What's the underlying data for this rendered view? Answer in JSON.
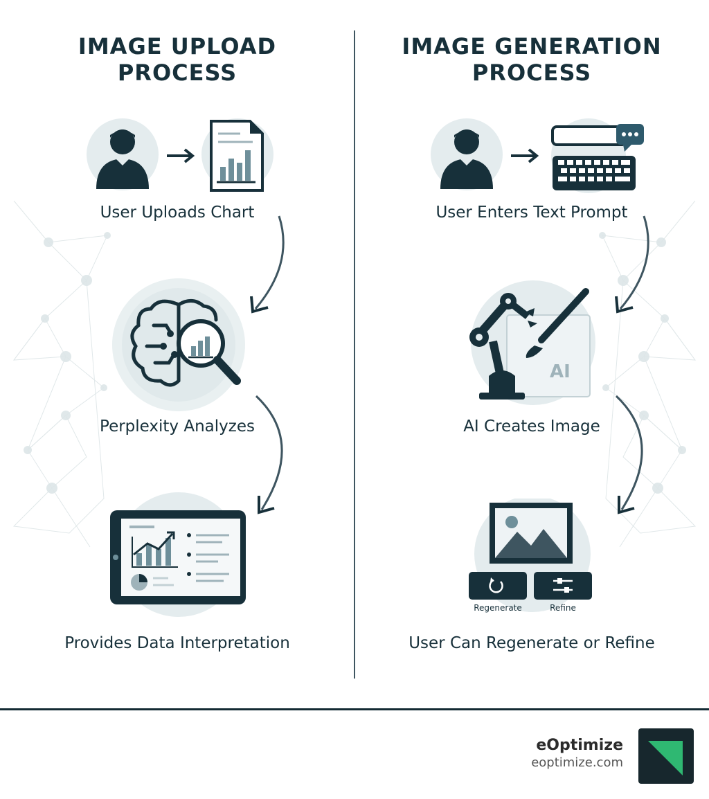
{
  "left": {
    "title_line1": "IMAGE UPLOAD",
    "title_line2": "PROCESS",
    "steps": [
      {
        "label": "User Uploads Chart",
        "icon": "user-upload-chart-icon"
      },
      {
        "label": "Perplexity Analyzes",
        "icon": "brain-magnifier-icon"
      },
      {
        "label": "Provides Data Interpretation",
        "icon": "tablet-dashboard-icon"
      }
    ]
  },
  "right": {
    "title_line1": "IMAGE GENERATION",
    "title_line2": "PROCESS",
    "steps": [
      {
        "label": "User Enters Text Prompt",
        "icon": "user-keyboard-prompt-icon"
      },
      {
        "label": "AI Creates Image",
        "icon": "robot-arm-paintbrush-icon"
      },
      {
        "label": "User Can Regenerate or Refine",
        "icon": "image-frame-buttons-icon"
      }
    ],
    "ai_badge": "AI",
    "buttons": {
      "regenerate": "Regenerate",
      "refine": "Refine"
    }
  },
  "footer": {
    "brand": "eOptimize",
    "url": "eoptimize.com"
  },
  "colors": {
    "dark": "#17303a",
    "circle": "#e4ecee",
    "accent_green": "#2fb872"
  }
}
